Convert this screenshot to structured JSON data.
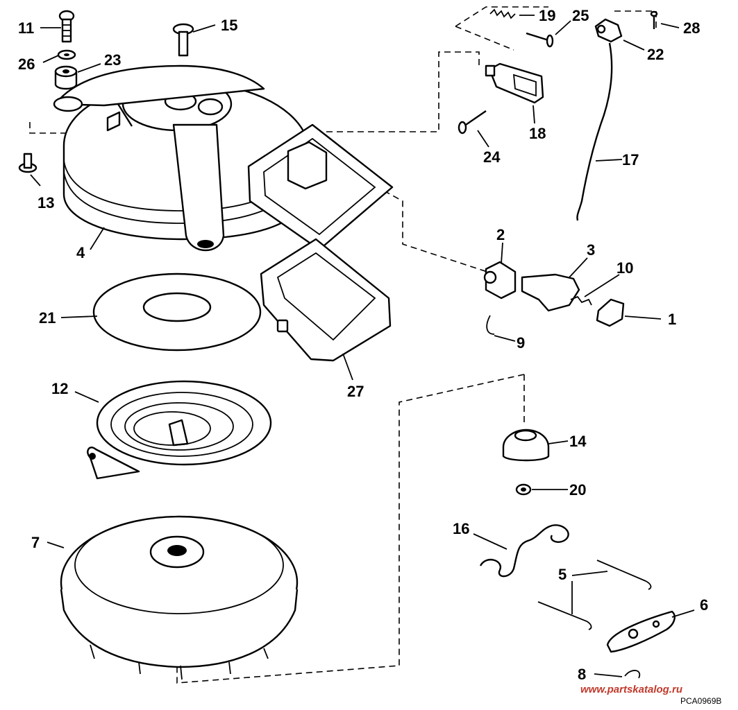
{
  "diagram": {
    "callouts": [
      {
        "id": "1",
        "label": "1"
      },
      {
        "id": "2",
        "label": "2"
      },
      {
        "id": "3",
        "label": "3"
      },
      {
        "id": "4",
        "label": "4"
      },
      {
        "id": "5",
        "label": "5"
      },
      {
        "id": "6",
        "label": "6"
      },
      {
        "id": "7",
        "label": "7"
      },
      {
        "id": "8",
        "label": "8"
      },
      {
        "id": "9",
        "label": "9"
      },
      {
        "id": "10",
        "label": "10"
      },
      {
        "id": "11",
        "label": "11"
      },
      {
        "id": "12",
        "label": "12"
      },
      {
        "id": "13",
        "label": "13"
      },
      {
        "id": "14",
        "label": "14"
      },
      {
        "id": "15",
        "label": "15"
      },
      {
        "id": "16",
        "label": "16"
      },
      {
        "id": "17",
        "label": "17"
      },
      {
        "id": "18",
        "label": "18"
      },
      {
        "id": "19",
        "label": "19"
      },
      {
        "id": "20",
        "label": "20"
      },
      {
        "id": "21",
        "label": "21"
      },
      {
        "id": "22",
        "label": "22"
      },
      {
        "id": "23",
        "label": "23"
      },
      {
        "id": "24",
        "label": "24"
      },
      {
        "id": "25",
        "label": "25"
      },
      {
        "id": "26",
        "label": "26"
      },
      {
        "id": "27",
        "label": "27"
      },
      {
        "id": "28",
        "label": "28"
      }
    ],
    "watermark": "www.partskatalog.ru",
    "drawing_code": "PCA0969B",
    "colors": {
      "line": "#000000",
      "background": "#ffffff",
      "watermark": "#c0392b"
    }
  }
}
